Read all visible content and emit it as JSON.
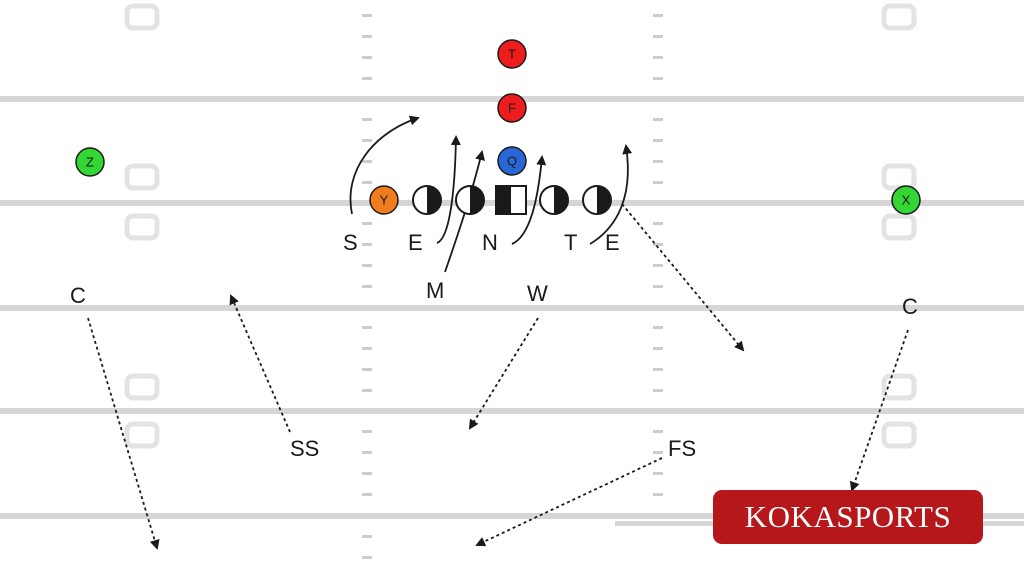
{
  "brand": {
    "name": "KOKASPORTS",
    "color": "#b5171b"
  },
  "colors": {
    "yard_line": "#d6d6d6",
    "hash_mark": "#cccccc",
    "red": "#ee1c1c",
    "blue": "#2a67d6",
    "green": "#33d633",
    "orange": "#f07c1c",
    "ink": "#1a1a1a"
  },
  "offense": {
    "backs": [
      {
        "id": "T",
        "label": "T",
        "color": "red"
      },
      {
        "id": "F",
        "label": "F",
        "color": "red"
      },
      {
        "id": "Q",
        "label": "Q",
        "color": "blue"
      }
    ],
    "receivers": [
      {
        "id": "Z",
        "label": "Z",
        "color": "green"
      },
      {
        "id": "X",
        "label": "X",
        "color": "green"
      },
      {
        "id": "Y",
        "label": "Y",
        "color": "orange"
      }
    ],
    "line": [
      "left-half-tackle",
      "half-guard",
      "center",
      "half-guard",
      "right-half-tackle"
    ]
  },
  "defense": {
    "front": [
      "S",
      "E",
      "N",
      "T",
      "E"
    ],
    "linebackers": [
      "M",
      "W"
    ],
    "corners": [
      "C",
      "C"
    ],
    "safeties": [
      "SS",
      "FS"
    ]
  }
}
